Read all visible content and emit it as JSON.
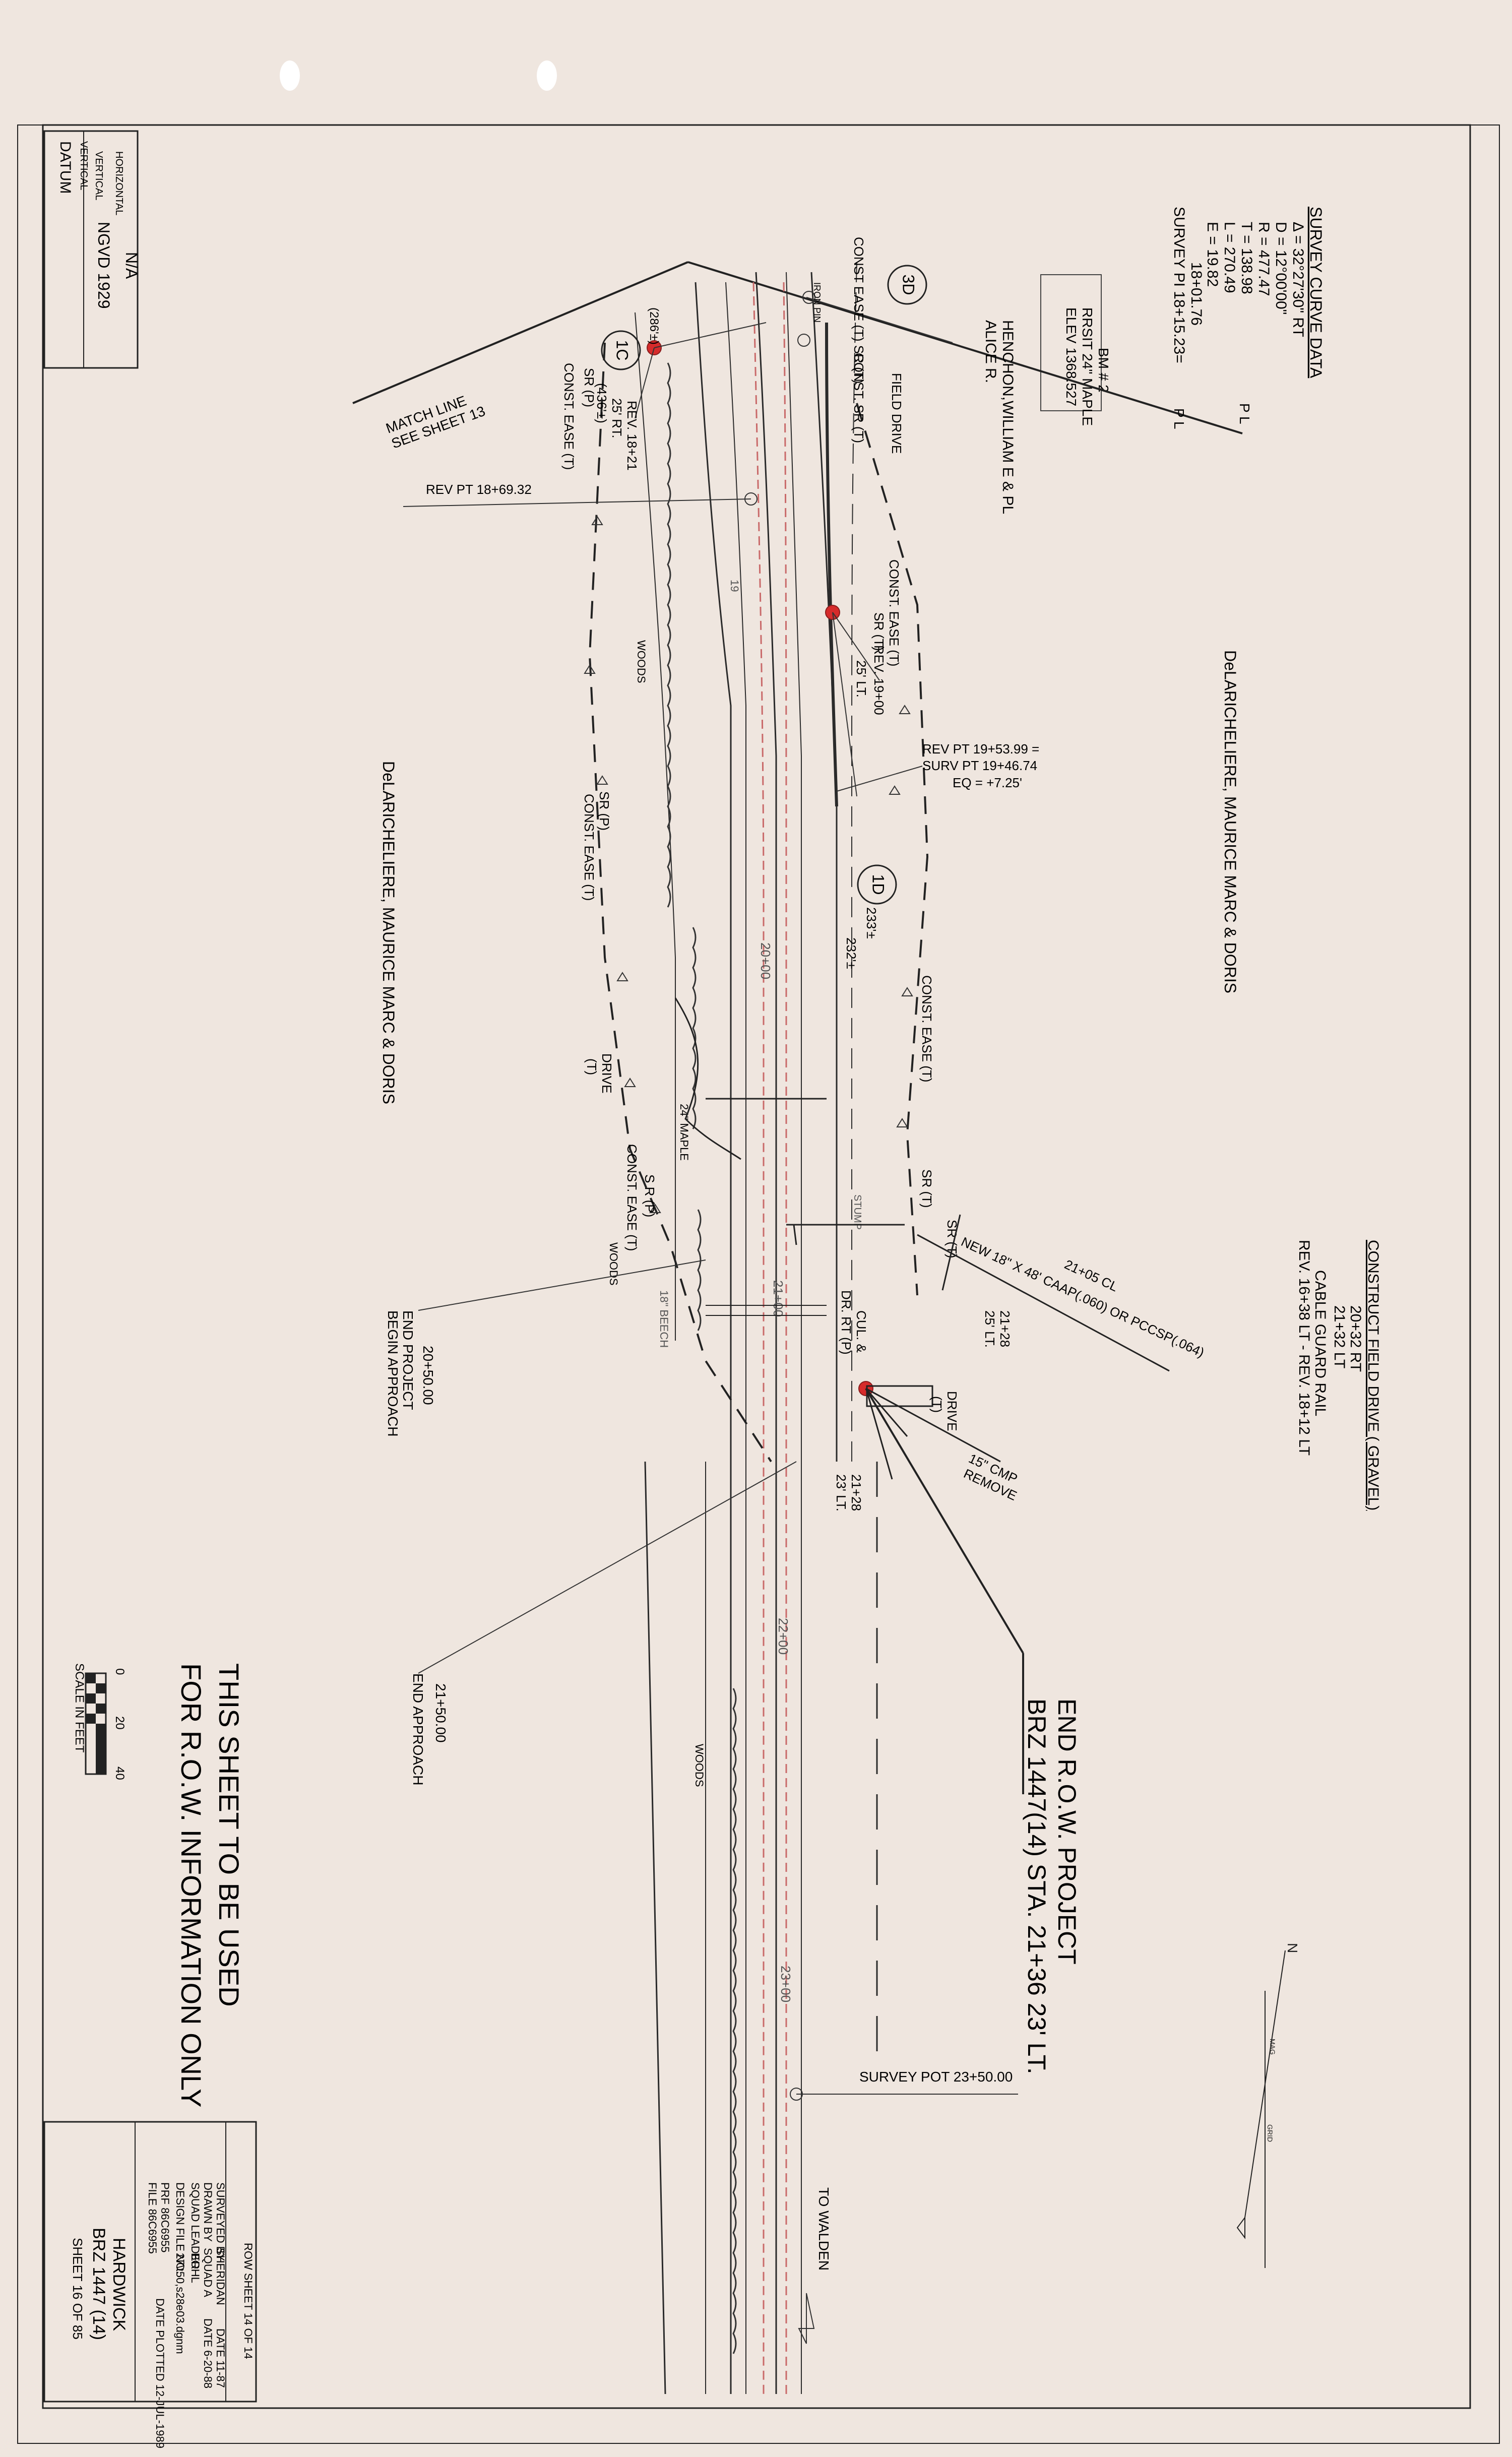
{
  "datum": {
    "title": "DATUM",
    "vertical_label": "VERTICAL",
    "vertical_value": "NGVD 1929",
    "horizontal_label": "HORIZONTAL",
    "horizontal_value": "N/A"
  },
  "survey_curve": {
    "title": "SURVEY CURVE DATA",
    "delta": "Δ = 32°27'30\" RT",
    "d": "D = 12°00'00\"",
    "r": "R = 477.47",
    "t": "T = 138.98",
    "l": "L = 270.49",
    "e": "E = 19.82"
  },
  "survey_pi": {
    "line1": "SURVEY PI 18+15.23=",
    "line2": "18+01.76"
  },
  "benchmark": {
    "line1": "BM # 2",
    "line2": "RRSIT 24\" MAPLE",
    "line3": "ELEV 1368.527"
  },
  "owners": {
    "northwest_1": "HENCHON,WILLIAM E & PL",
    "northwest_2": "ALICE R.",
    "east": "DeLARICHELIERE, MAURICE MARC & DORIS",
    "west": "DeLARICHELIERE, MAURICE MARC & DORIS"
  },
  "match_line": {
    "line1": "MATCH LINE",
    "line2": "SEE SHEET 13"
  },
  "construct_note": {
    "line1": "CONSTRUCT FIELD DRIVE ( GRAVEL)",
    "line2": "20+32 RT",
    "line3": "21+32 LT",
    "line4": "CABLE GUARD RAIL",
    "line5": "REV. 16+38 LT - REV. 18+12 LT"
  },
  "parcels": {
    "p3d": "3D",
    "p1c": "1C",
    "p1d": "1D"
  },
  "labels": {
    "const_ease_sr_t": "CONST EASE (T) SR (T)",
    "const_ease_t2": "CONST. EASE (T)",
    "const_ease_t3": "CONST. EASE (T)",
    "const_ease_t4": "CONST. EASE (T)",
    "const_ease_t5": "CONST. EASE (T)",
    "const_ease_t6": "CONST. EASE (T)",
    "const_sr_t": "CONST. SR (T)",
    "field_drive": "FIELD DRIVE",
    "sr_p_1": "SR (P)",
    "sr_p_2": "SR (P)",
    "sr_p_3": "S R (P)",
    "sr_t_1": "SR (T)",
    "sr_t_2": "SR (T)",
    "sr_t_3": "SR (T)",
    "rev_18_21": "REV. 18+21",
    "rev_18_21_off": "25' RT.",
    "dist_2861": "(286'±)",
    "dist_4361": "(436'±)",
    "rev_pt_1869": "REV PT  18+69.32",
    "rev_19_00": "REV. 19+00",
    "rev_19_00_off": "25' LT.",
    "rev_pt_1953": "REV PT 19+53.99 =",
    "surv_pt_1946": "SURV PT 19+46.74",
    "eq": "EQ = +7.25'",
    "d233": "233'±",
    "d232": "232'±",
    "woods_1": "WOODS",
    "woods_2": "WOODS",
    "woods_3": "WOODS",
    "drive_t_1": "DRIVE",
    "drive_t_1b": "(T)",
    "drive_t_2": "DRIVE",
    "drive_t_2b": "(T)",
    "maple": "24\" MAPLE",
    "beech": "18\" BEECH",
    "stump": "STUMP",
    "sta_19": "19",
    "sta_20": "20+00",
    "sta_21": "21+00",
    "sta_22": "22+00",
    "sta_23": "23+00",
    "new_pipe": "NEW 18\" X 48' CAAP(.060) OR PCCSP(.064)",
    "sta_2105": "21+05 CL",
    "sta_2128_a": "21+28",
    "sta_2128_a_off": "25' LT.",
    "sta_2128_b": "21+28",
    "sta_2128_b_off": "23' LT.",
    "cul": "CUL. &",
    "dr_rt": "DR. RT (P)",
    "cmp_remove_1": "15\" CMP",
    "cmp_remove_2": "REMOVE",
    "end_project_1": "END PROJECT",
    "end_project_2": "BEGIN APPROACH",
    "end_project_sta": "20+50.00",
    "end_approach_sta": "21+50.00",
    "end_approach": "END APPROACH",
    "survey_pot": "SURVEY POT 23+50.00",
    "to_walden": "TO WALDEN",
    "iron_pin": "IRON PIN",
    "pl_1": "P L",
    "pl_2": "P L"
  },
  "end_row": {
    "line1": "END R.O.W. PROJECT",
    "line2": "BRZ 1447(14) STA. 21+36  23' LT."
  },
  "notice": {
    "line1": "THIS SHEET TO BE USED",
    "line2": "FOR R.O.W. INFORMATION ONLY"
  },
  "scale": {
    "t0": "0",
    "t20": "20",
    "t40": "40",
    "label": "SCALE IN FEET"
  },
  "title_block": {
    "row_sheet": "ROW SHEET 14 OF 14",
    "surveyed_by": "SURVEYED BY",
    "surveyed_val": "SHERIDAN",
    "date_1": "DATE 11-87",
    "drawn_by": "DRAWN BY",
    "drawn_val": "SQUAD A",
    "date_2": "DATE 6-20-88",
    "squad_leader": "SQUAD LEADER",
    "squad_val": "BOHL",
    "design_file": "DESIGN FILE NO.",
    "design_val": "27\\t50,s28e03.dgnm",
    "prf": "PRF 86C6955",
    "file": "FILE 86C6955",
    "date_plotted": "DATE PLOTTED 12-JUL-1989",
    "project": "HARDWICK",
    "project_no": "BRZ 1447 (14)",
    "sheet_no": "SHEET 16 OF 85"
  },
  "north": {
    "label": "N",
    "mag": "MAG",
    "grid": "GRID"
  },
  "colors": {
    "paper": "#efe6df",
    "ink": "#1c1c1c",
    "red_marker": "#d62b2b",
    "red_dash": "#c96a6a"
  }
}
